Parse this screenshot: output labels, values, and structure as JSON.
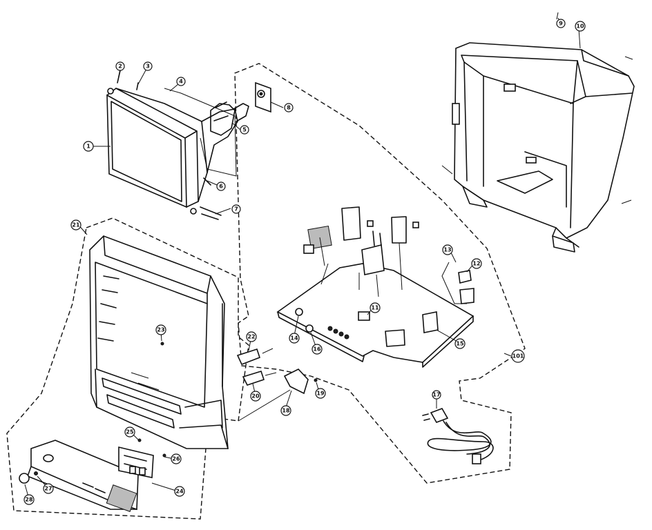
{
  "callouts": [
    {
      "id": "c1",
      "label": "1"
    },
    {
      "id": "c2",
      "label": "2"
    },
    {
      "id": "c3",
      "label": "3"
    },
    {
      "id": "c4",
      "label": "4"
    },
    {
      "id": "c5",
      "label": "5"
    },
    {
      "id": "c6",
      "label": "6"
    },
    {
      "id": "c7",
      "label": "7"
    },
    {
      "id": "c8",
      "label": "8"
    },
    {
      "id": "c9",
      "label": "9"
    },
    {
      "id": "c10",
      "label": "10"
    },
    {
      "id": "c11",
      "label": "11"
    },
    {
      "id": "c12",
      "label": "12"
    },
    {
      "id": "c13",
      "label": "13"
    },
    {
      "id": "c14",
      "label": "14"
    },
    {
      "id": "c15",
      "label": "15"
    },
    {
      "id": "c16",
      "label": "16"
    },
    {
      "id": "c17",
      "label": "17"
    },
    {
      "id": "c18",
      "label": "18"
    },
    {
      "id": "c19",
      "label": "19"
    },
    {
      "id": "c20",
      "label": "20"
    },
    {
      "id": "c21",
      "label": "21"
    },
    {
      "id": "c22",
      "label": "22"
    },
    {
      "id": "c23",
      "label": "23"
    },
    {
      "id": "c24",
      "label": "24"
    },
    {
      "id": "c25",
      "label": "25"
    },
    {
      "id": "c26",
      "label": "26"
    },
    {
      "id": "c27",
      "label": "27"
    },
    {
      "id": "c28",
      "label": "28"
    },
    {
      "id": "c101",
      "label": "101"
    }
  ]
}
